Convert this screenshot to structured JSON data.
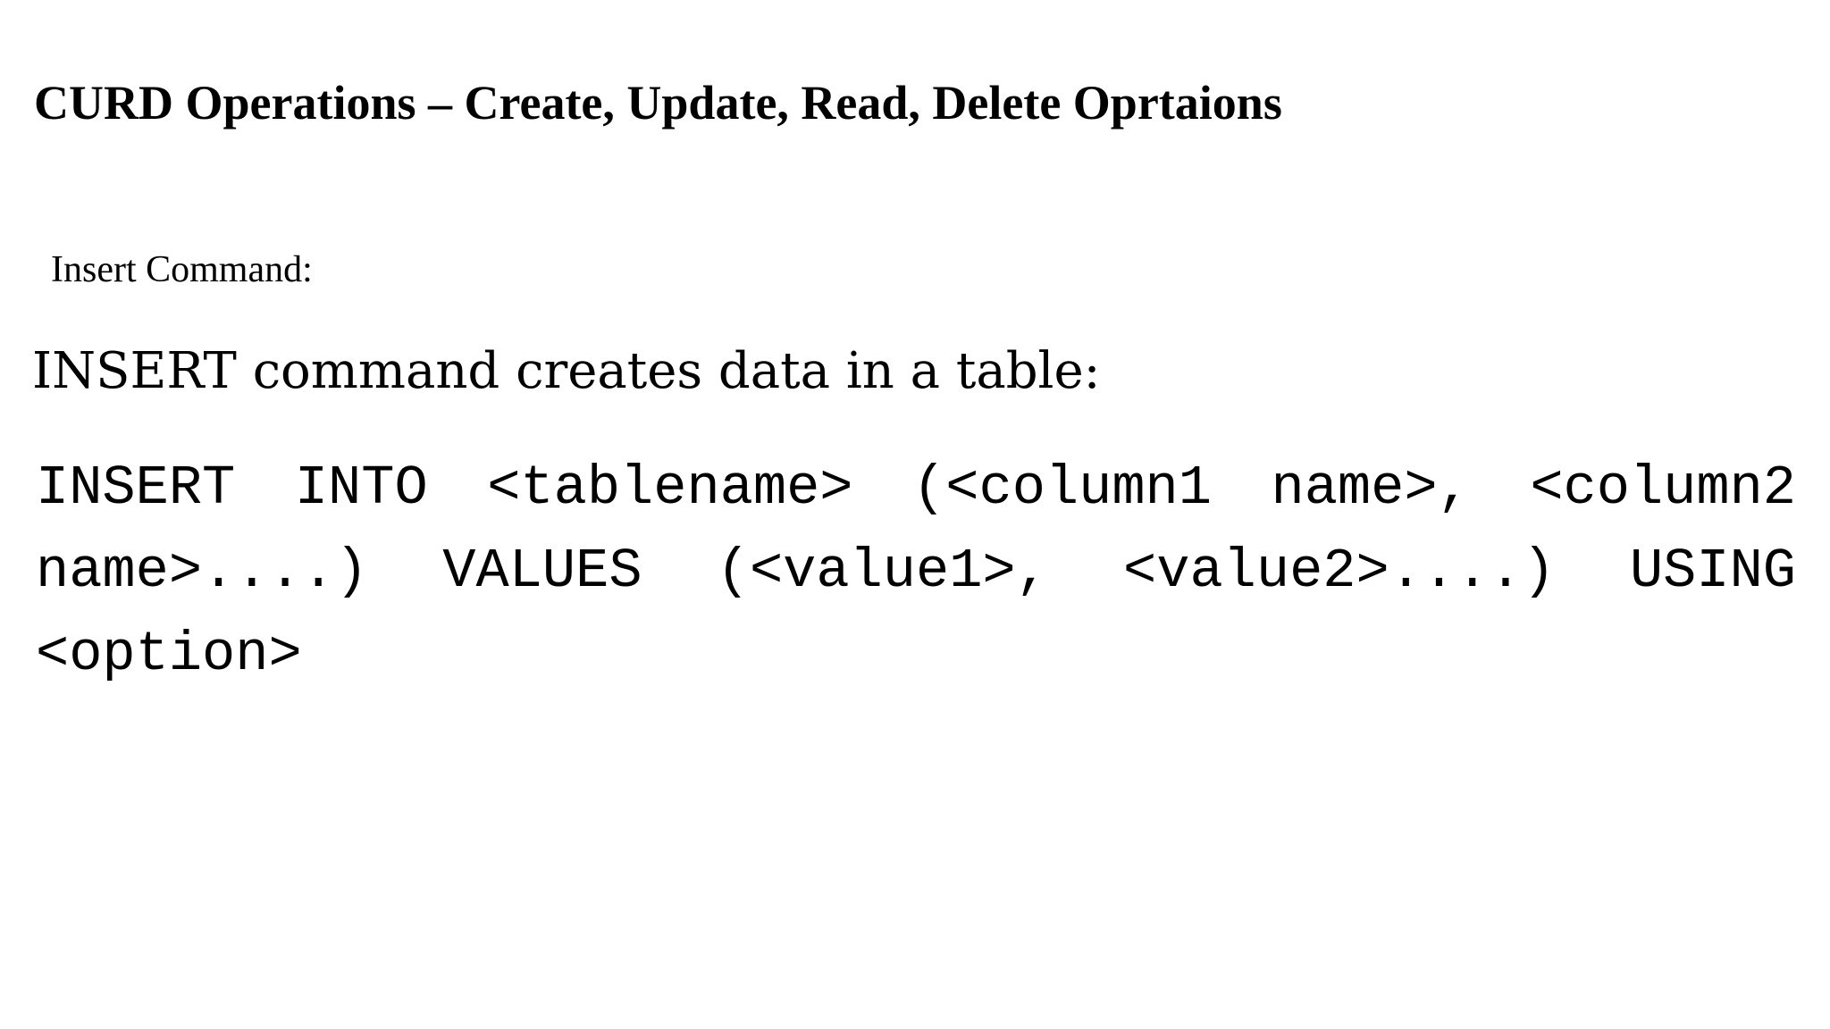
{
  "document": {
    "title": "CURD Operations – Create, Update, Read, Delete Oprtaions",
    "section_label": "Insert Command:",
    "statement": "INSERT command creates data in a table:",
    "code": "INSERT INTO <tablename> (<column1 name>, <column2 name>....) VALUES (<value1>, <value2>....) USING <option>",
    "colors": {
      "text": "#000000",
      "background": "#ffffff"
    }
  }
}
